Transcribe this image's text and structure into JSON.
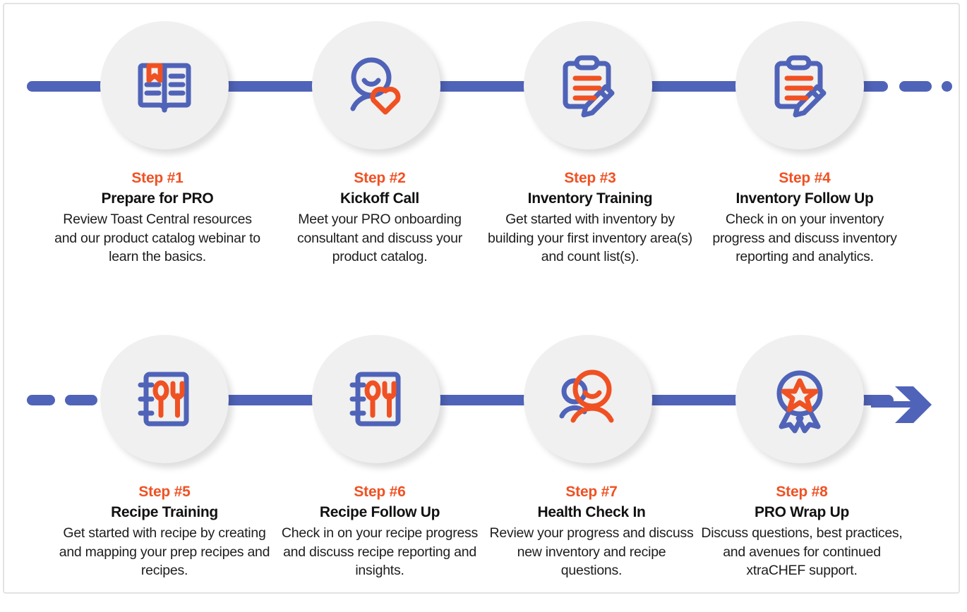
{
  "theme": {
    "accent_orange": "#f05123",
    "accent_blue": "#4f63b8",
    "circle_bg": "#f0f0f0",
    "frame_border": "#e3e3e3",
    "text_color": "#1d1d1d"
  },
  "diagram": {
    "type": "process-timeline",
    "rows": 2,
    "steps_per_row": 4,
    "total_steps": 8,
    "flow_direction": "left-to-right, wrapping to second row",
    "row_end_marker_top": "dashed-trail",
    "row_start_marker_bottom": "dashed-trail",
    "row_end_marker_bottom": "arrowhead"
  },
  "steps": [
    {
      "number": "Step #1",
      "title": "Prepare for PRO",
      "description": "Review Toast Central resources and our product catalog webinar to learn the basics.",
      "icon": "open-book-icon"
    },
    {
      "number": "Step #2",
      "title": "Kickoff Call",
      "description": "Meet your PRO onboarding consultant and discuss your product catalog.",
      "icon": "person-heart-icon"
    },
    {
      "number": "Step #3",
      "title": "Inventory Training",
      "description": "Get started with inventory by building your first inventory area(s) and count list(s).",
      "icon": "clipboard-pencil-icon"
    },
    {
      "number": "Step #4",
      "title": "Inventory Follow Up",
      "description": "Check in on your inventory progress and discuss inventory reporting and analytics.",
      "icon": "clipboard-pencil-icon"
    },
    {
      "number": "Step #5",
      "title": "Recipe Training",
      "description": "Get started with recipe by creating and mapping your prep recipes and recipes.",
      "icon": "recipe-book-icon"
    },
    {
      "number": "Step #6",
      "title": "Recipe Follow Up",
      "description": "Check in on your recipe progress and discuss recipe reporting and insights.",
      "icon": "recipe-book-icon"
    },
    {
      "number": "Step #7",
      "title": "Health Check In",
      "description": "Review your progress and discuss new inventory and recipe questions.",
      "icon": "two-people-icon"
    },
    {
      "number": "Step #8",
      "title": "PRO Wrap Up",
      "description": "Discuss questions, best practices, and avenues for continued xtraCHEF support.",
      "icon": "award-ribbon-icon"
    }
  ]
}
